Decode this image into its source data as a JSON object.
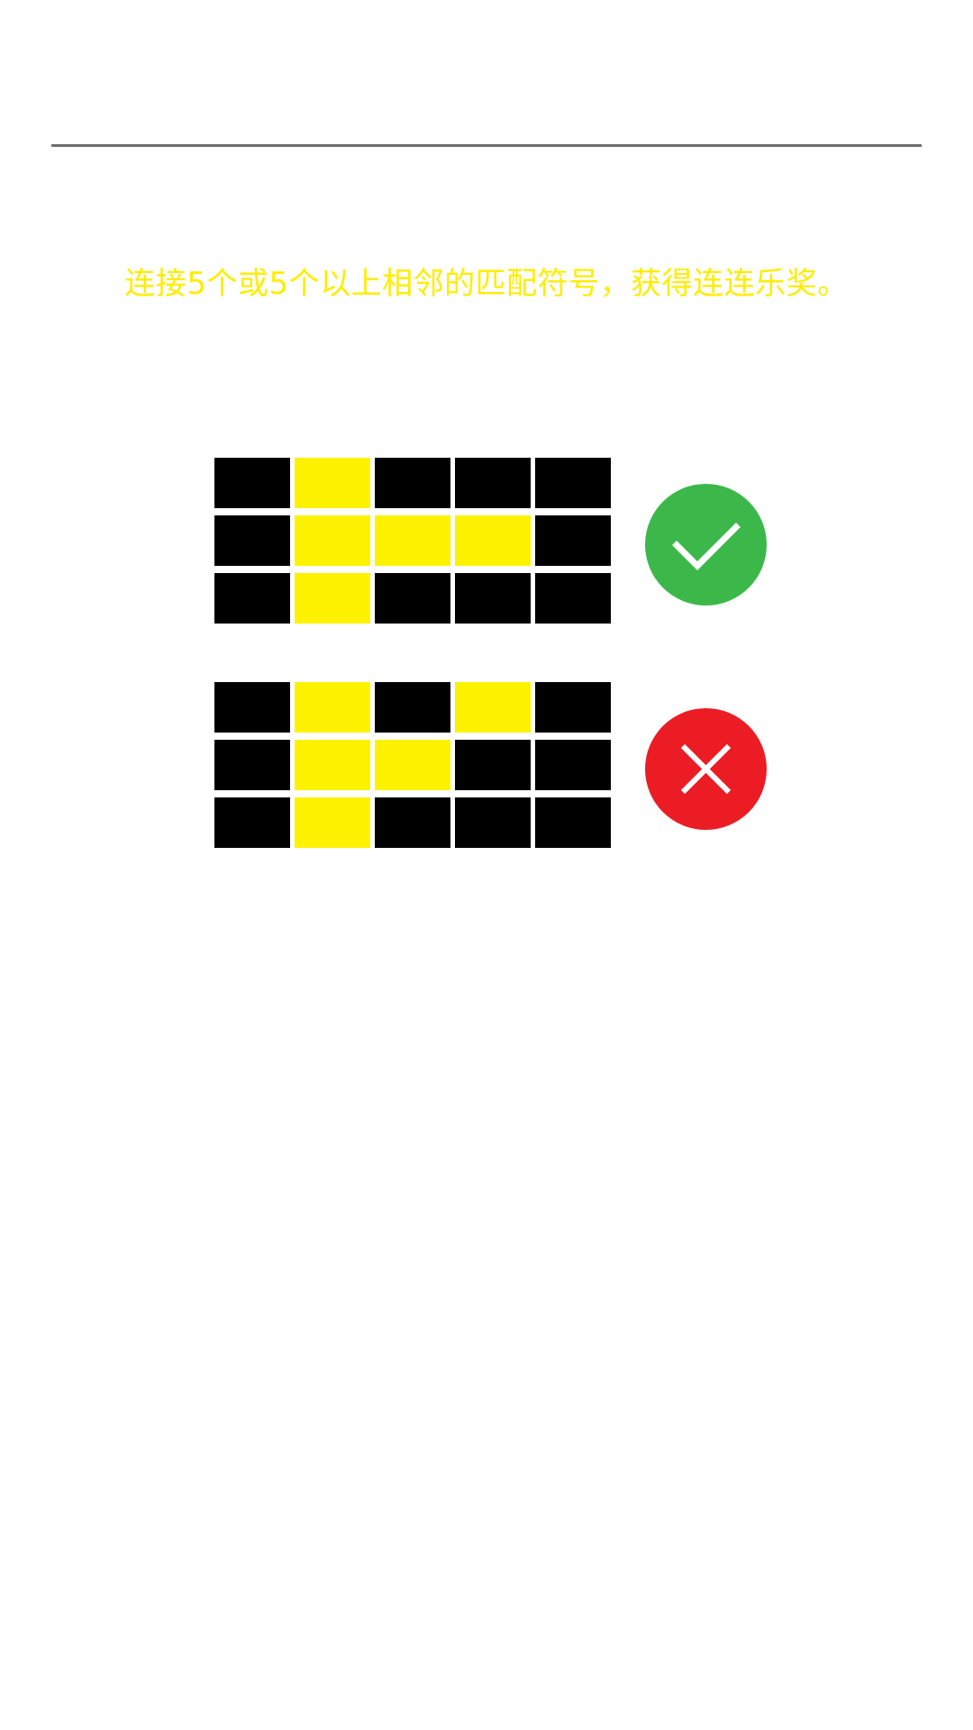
{
  "rule_text": "连接5个或5个以上相邻的匹配符号，获得连连乐奖。",
  "colors": {
    "text": "#ffed00",
    "highlight": "#fff200",
    "empty": "#000000",
    "correct_badge": "#3cb84a",
    "wrong_badge": "#ec1c24",
    "badge_mark": "#ffffff",
    "divider": "#6e6e6e"
  },
  "examples": [
    {
      "name": "correct-example",
      "valid": true,
      "badge_icon": "check-icon",
      "cells": [
        [
          0,
          1,
          0,
          0,
          0
        ],
        [
          0,
          1,
          1,
          1,
          0
        ],
        [
          0,
          1,
          0,
          0,
          0
        ]
      ]
    },
    {
      "name": "wrong-example",
      "valid": false,
      "badge_icon": "cross-icon",
      "cells": [
        [
          0,
          1,
          0,
          1,
          0
        ],
        [
          0,
          1,
          1,
          0,
          0
        ],
        [
          0,
          1,
          0,
          0,
          0
        ]
      ]
    }
  ]
}
